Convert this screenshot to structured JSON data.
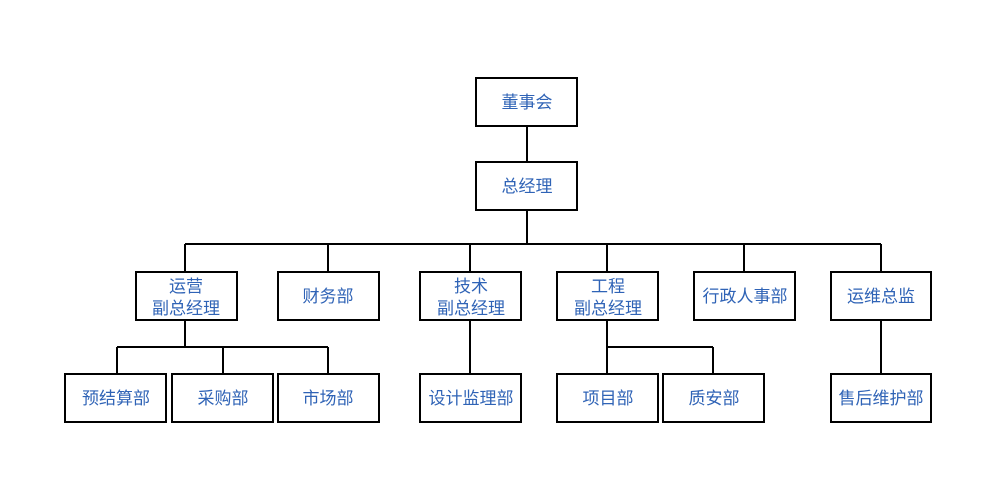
{
  "colors": {
    "text": "#2f63b6",
    "line": "#000000",
    "box_fill": "#ffffff"
  },
  "nodes": {
    "board": [
      "董事会"
    ],
    "gm": [
      "总经理"
    ],
    "ops_vp": [
      "运营",
      "副总经理"
    ],
    "finance": [
      "财务部"
    ],
    "tech_vp": [
      "技术",
      "副总经理"
    ],
    "eng_vp": [
      "工程",
      "副总经理"
    ],
    "admin_hr": [
      "行政人事部"
    ],
    "ops_director": [
      "运维总监"
    ],
    "budget": [
      "预结算部"
    ],
    "purchasing": [
      "采购部"
    ],
    "marketing": [
      "市场部"
    ],
    "design_supervision": [
      "设计监理部"
    ],
    "project": [
      "项目部"
    ],
    "quality_safety": [
      "质安部"
    ],
    "after_sales": [
      "售后维护部"
    ]
  }
}
